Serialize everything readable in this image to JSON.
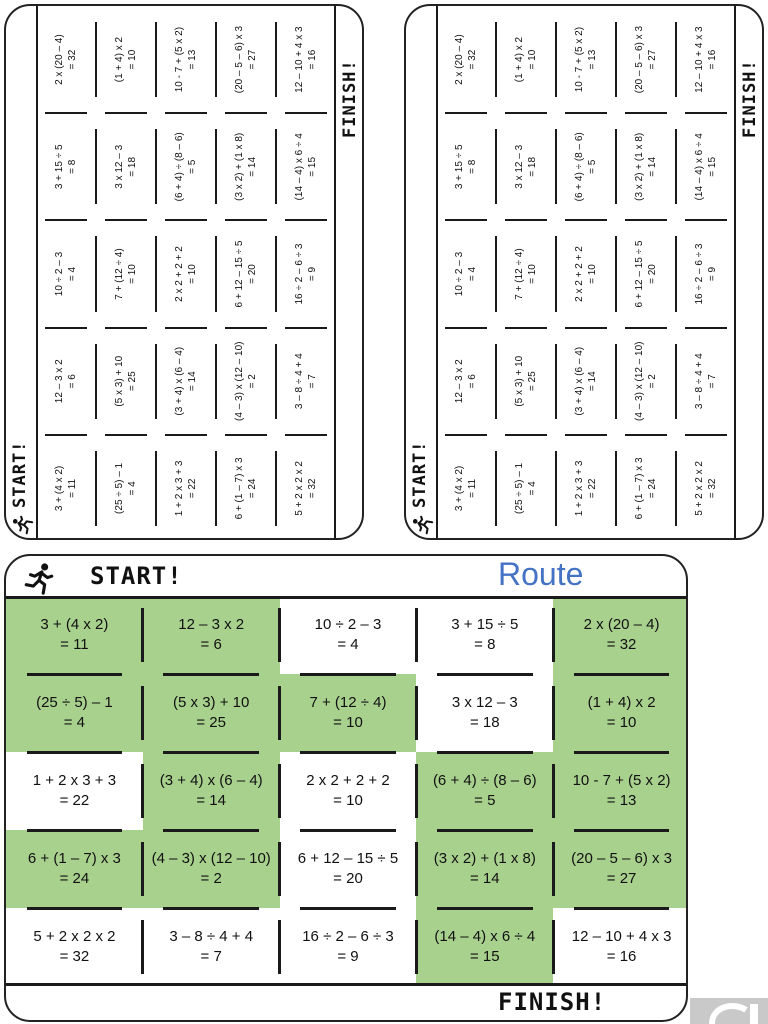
{
  "start_label": "START!",
  "finish_label": "FINISH!",
  "route_title": "Route",
  "icons": {
    "runner": "running-man-icon",
    "logo": "corner-logo"
  },
  "colors": {
    "route": "#a9d18e",
    "title": "#4472c4",
    "wall": "#1a1a1a"
  },
  "rows": [
    [
      {
        "expr": "3 + (4 x 2)",
        "result": "= 11",
        "route": true
      },
      {
        "expr": "12 – 3 x 2",
        "result": "= 6",
        "route": true
      },
      {
        "expr": "10 ÷ 2 – 3",
        "result": "= 4",
        "route": false
      },
      {
        "expr": "3 + 15 ÷ 5",
        "result": "= 8",
        "route": false
      },
      {
        "expr": "2 x (20 – 4)",
        "result": "= 32",
        "route": true
      }
    ],
    [
      {
        "expr": "(25 ÷ 5) – 1",
        "result": "= 4",
        "route": true
      },
      {
        "expr": "(5 x 3) + 10",
        "result": "= 25",
        "route": true
      },
      {
        "expr": "7 + (12 ÷ 4)",
        "result": "= 10",
        "route": true
      },
      {
        "expr": "3 x 12 – 3",
        "result": "= 18",
        "route": false
      },
      {
        "expr": "(1 + 4) x 2",
        "result": "= 10",
        "route": true
      }
    ],
    [
      {
        "expr": "1 + 2 x 3 + 3",
        "result": "= 22",
        "route": false
      },
      {
        "expr": "(3 + 4) x (6 – 4)",
        "result": "= 14",
        "route": true
      },
      {
        "expr": "2 x 2 + 2 + 2",
        "result": "= 10",
        "route": false
      },
      {
        "expr": "(6 + 4) ÷ (8 – 6)",
        "result": "= 5",
        "route": true
      },
      {
        "expr": "10 - 7 + (5 x 2)",
        "result": "= 13",
        "route": true
      }
    ],
    [
      {
        "expr": "6 + (1 – 7) x 3",
        "result": "= 24",
        "route": true
      },
      {
        "expr": "(4 – 3) x (12 – 10)",
        "result": "= 2",
        "route": true
      },
      {
        "expr": "6 + 12 – 15 ÷ 5",
        "result": "= 20",
        "route": false
      },
      {
        "expr": "(3 x 2) + (1 x 8)",
        "result": "= 14",
        "route": true
      },
      {
        "expr": "(20 – 5 – 6) x 3",
        "result": "= 27",
        "route": true
      }
    ],
    [
      {
        "expr": "5 + 2 x 2 x 2",
        "result": "= 32",
        "route": false
      },
      {
        "expr": "3 – 8 ÷ 4 + 4",
        "result": "= 7",
        "route": false
      },
      {
        "expr": "16 ÷ 2 – 6 ÷ 3",
        "result": "= 9",
        "route": false
      },
      {
        "expr": "(14 – 4) x 6 ÷ 4",
        "result": "= 15",
        "route": true
      },
      {
        "expr": "12 – 10 + 4 x 3",
        "result": "= 16",
        "route": false
      }
    ]
  ]
}
